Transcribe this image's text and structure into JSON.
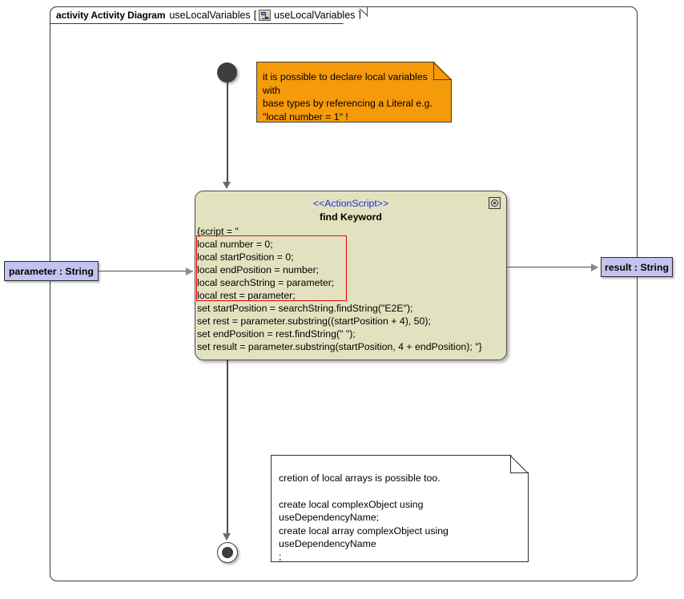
{
  "frame": {
    "keyword": "activity Activity Diagram",
    "name": "useLocalVariables",
    "bracket_open": "[",
    "icon": "activity-diagram-icon",
    "bracket_name": "useLocalVariables",
    "bracket_close": "]"
  },
  "initial_node": {
    "name": "initial-node"
  },
  "final_node": {
    "name": "activity-final-node"
  },
  "orange_note": {
    "text": "it is possible to declare local variables with\nbase types by referencing a Literal e.g.\n\"local number = 1\" !",
    "fill_color": "#f59a0a",
    "border_color": "#404040"
  },
  "white_note": {
    "text": "cretion of local arrays is possible too.\n\ncreate local complexObject using\nuseDependencyName;\ncreate local array complexObject using\nuseDependencyName\n;",
    "fill_color": "#ffffff",
    "border_color": "#2e2e2e"
  },
  "action_node": {
    "stereotype": "<<ActionScript>>",
    "title": "find Keyword",
    "fill_color": "#e2e2c0",
    "stereotype_color": "#2a2ad6",
    "corner_icon": "gear-icon",
    "script_lines": [
      "{script = \"",
      "local number = 0;",
      "local startPosition = 0;",
      "local endPosition = number;",
      "local searchString = parameter;",
      "local rest = parameter;",
      "set startPosition = searchString.findString(\"E2E\");",
      "set rest = parameter.substring((startPosition + 4), 50);",
      "set endPosition = rest.findString(\" \");",
      "set result = parameter.substring(startPosition, 4 + endPosition); \"}"
    ],
    "highlight_box_color": "#e60000"
  },
  "pins": {
    "parameter": "parameter : String",
    "result": "result : String",
    "fill_color": "#c3c3f0"
  }
}
